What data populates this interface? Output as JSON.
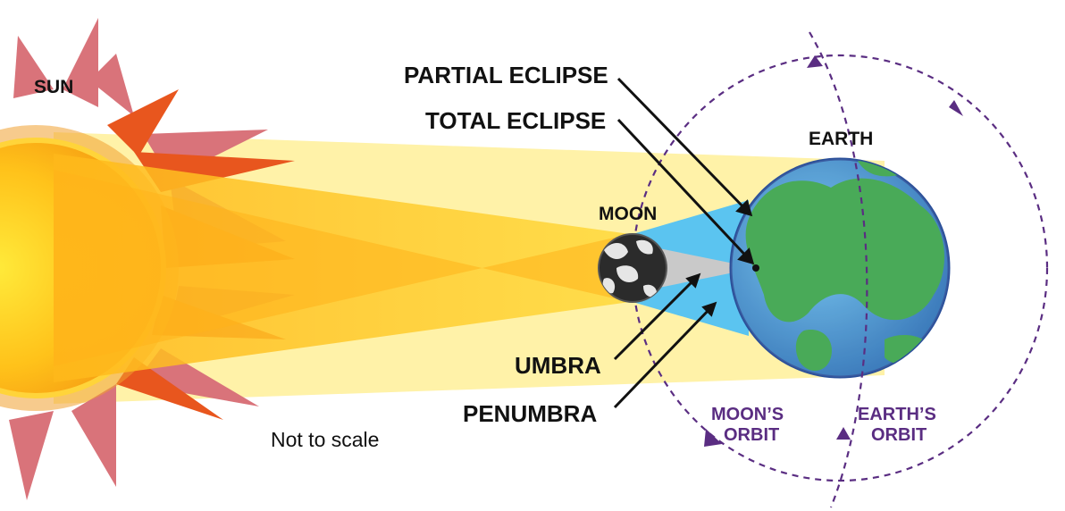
{
  "labels": {
    "sun": "SUN",
    "moon": "MOON",
    "earth": "EARTH",
    "partial_eclipse": "PARTIAL ECLIPSE",
    "total_eclipse": "TOTAL ECLIPSE",
    "umbra": "UMBRA",
    "penumbra": "PENUMBRA",
    "moons_orbit_line1": "MOON’S",
    "moons_orbit_line2": "ORBIT",
    "earths_orbit_line1": "EARTH’S",
    "earths_orbit_line2": "ORBIT",
    "note": "Not to scale"
  },
  "colors": {
    "sun_core": "#ffd21f",
    "sun_rays": "#d9737a",
    "sunlight": "#fff2a8",
    "penumbra": "#5bc4f0",
    "umbra": "#c9c9c9",
    "ocean": "#2f86c8",
    "land": "#3aa34a",
    "orbit": "#5a2d82",
    "text": "#111111"
  },
  "icons": {
    "sun": "sun-icon",
    "moon": "moon-icon",
    "earth": "earth-icon"
  }
}
